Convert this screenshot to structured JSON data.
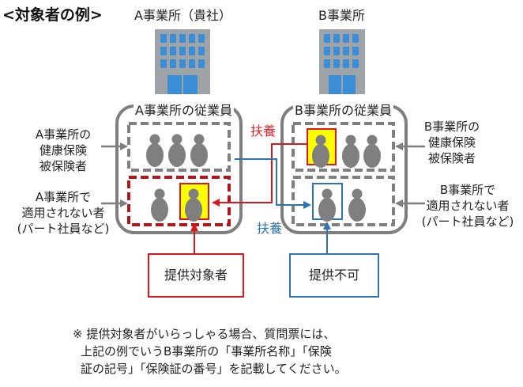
{
  "heading": "<対象者の例>",
  "office_a": {
    "title": "A事業所（貴社）",
    "group_title": "A事業所の従業員"
  },
  "office_b": {
    "title": "B事業所",
    "group_title": "B事業所の従業員"
  },
  "notes": {
    "a_insured": [
      "A事業所の",
      "健康保険",
      "被保険者"
    ],
    "a_not_covered": [
      "A事業所で",
      "適用されない者",
      "(パート社員など)"
    ],
    "b_insured": [
      "B事業所の",
      "健康保険",
      "被保険者"
    ],
    "b_not_covered": [
      "B事業所で",
      "適用されない者",
      "(パート社員など)"
    ]
  },
  "relations": {
    "fuyo_red": "扶養",
    "fuyo_blue": "扶養"
  },
  "boxes": {
    "provide": "提供対象者",
    "cannot": "提供不可"
  },
  "footnote": [
    "※ 提供対象者がいらっしゃる場合、質問票には、",
    "上記の例でいうB事業所の「事業所名称」「保険",
    "証の記号」「保険証の番号」を記載してください。"
  ],
  "colors": {
    "red": "#d9171d",
    "dark_red": "#b0171d",
    "blue": "#2e74b5",
    "gray": "#7f7f7f",
    "highlight": "#ffff00",
    "building": "#9ea3a8",
    "window": "#3b8ed6"
  },
  "icons": {
    "building": "building-icon",
    "person": "person-icon"
  }
}
